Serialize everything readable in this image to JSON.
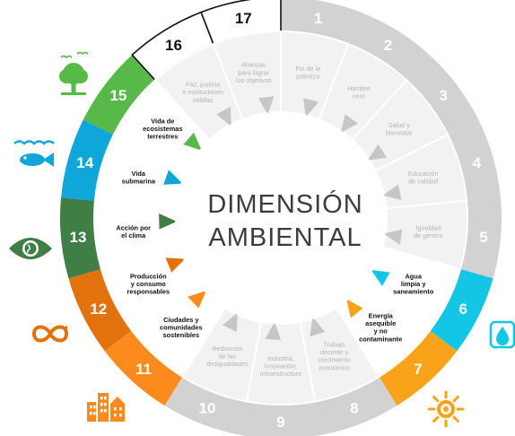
{
  "title": {
    "line1": "DIMENSIÓN",
    "line2": "AMBIENTAL"
  },
  "colors": {
    "inactive_ring": "#d2d2d2",
    "inactive_inner": "#f2f2f2",
    "center_fill": "#ffffff",
    "text_dark": "#111111",
    "text_grey": "#b4b4b4"
  },
  "segments": [
    {
      "number": "1",
      "label": [
        "Fin de la",
        "pobreza"
      ],
      "active": false
    },
    {
      "number": "2",
      "label": [
        "Hambre",
        "cero"
      ],
      "active": false
    },
    {
      "number": "3",
      "label": [
        "Salud y",
        "bienestar"
      ],
      "active": false
    },
    {
      "number": "4",
      "label": [
        "Educación",
        "de calidad"
      ],
      "active": false
    },
    {
      "number": "5",
      "label": [
        "Igualdad",
        "de género"
      ],
      "active": false
    },
    {
      "number": "6",
      "label": [
        "Agua",
        "limpia y",
        "saneamiento"
      ],
      "active": true,
      "color": "#14c6e6",
      "icon": "water-drop-icon"
    },
    {
      "number": "7",
      "label": [
        "Energía",
        "asequible",
        "y no",
        "contaminante"
      ],
      "active": true,
      "color": "#f9a31a",
      "icon": "sun-icon"
    },
    {
      "number": "8",
      "label": [
        "Trabajo",
        "decente y",
        "crecimiento",
        "económico"
      ],
      "active": false
    },
    {
      "number": "9",
      "label": [
        "Industria,",
        "innovación,",
        "infraestructura"
      ],
      "active": false
    },
    {
      "number": "10",
      "label": [
        "Reducción",
        "de las",
        "desigualdades"
      ],
      "active": false
    },
    {
      "number": "11",
      "label": [
        "Ciudades y",
        "comunidades",
        "sostenibles"
      ],
      "active": true,
      "color": "#fd8a1c",
      "icon": "city-buildings-icon"
    },
    {
      "number": "12",
      "label": [
        "Producción",
        "y consumo",
        "responsables"
      ],
      "active": true,
      "color": "#e2720e",
      "icon": "infinity-loop-icon"
    },
    {
      "number": "13",
      "label": [
        "Acción por",
        "el clima"
      ],
      "active": true,
      "color": "#3f7e44",
      "icon": "eye-globe-icon"
    },
    {
      "number": "14",
      "label": [
        "Vida",
        "submarina"
      ],
      "active": true,
      "color": "#0fa6da",
      "icon": "fish-waves-icon"
    },
    {
      "number": "15",
      "label": [
        "Vida de",
        "ecosistemas",
        "terrestres"
      ],
      "active": true,
      "color": "#57b947",
      "icon": "tree-birds-icon"
    },
    {
      "number": "16",
      "label": [
        "Paz, justicia",
        "e instituciones",
        "sólidas"
      ],
      "active": false,
      "outlined": true
    },
    {
      "number": "17",
      "label": [
        "Alianzas",
        "para lograr",
        "los objetivos"
      ],
      "active": false,
      "outlined": true
    }
  ]
}
